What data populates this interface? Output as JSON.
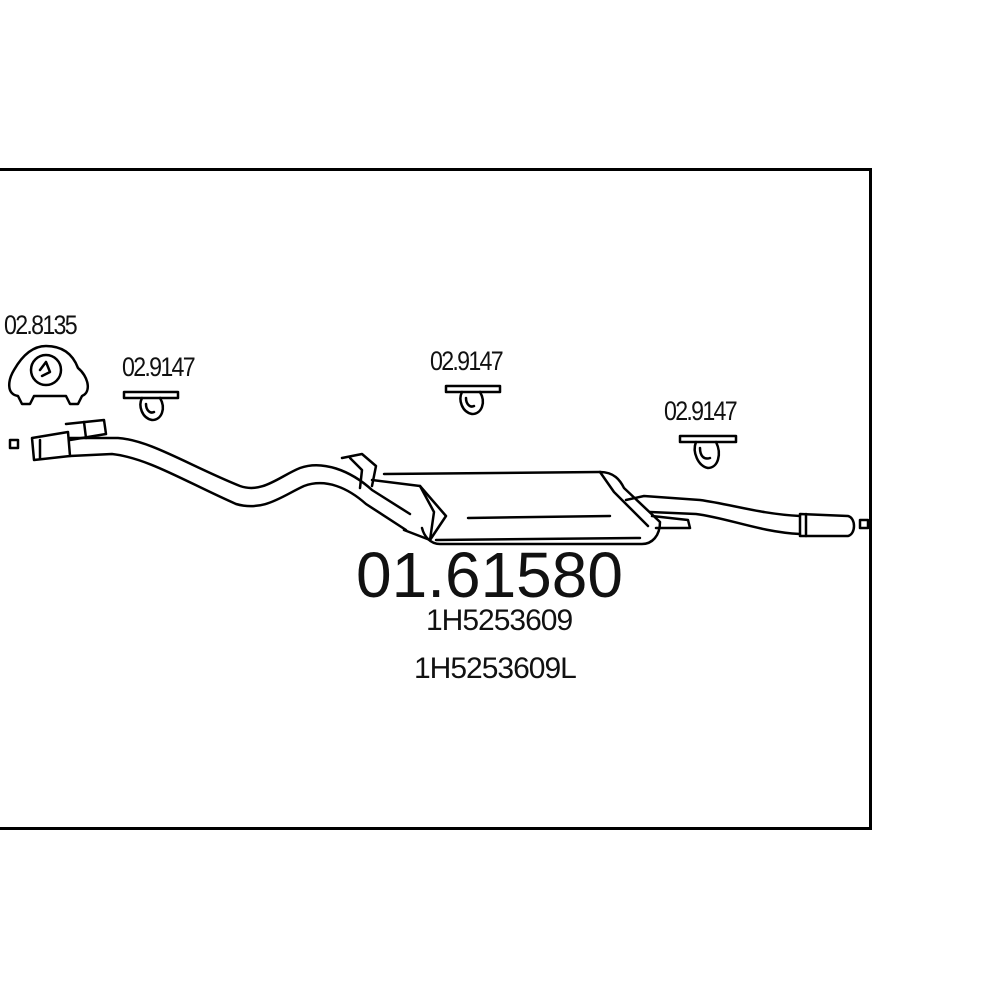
{
  "main_part_number": "01.61580",
  "oem_numbers": [
    "1H5253609",
    "1H5253609L"
  ],
  "component_labels": [
    {
      "id": "mounting-ring",
      "code": "02.8135"
    },
    {
      "id": "hanger-1",
      "code": "02.9147"
    },
    {
      "id": "hanger-2",
      "code": "02.9147"
    },
    {
      "id": "hanger-3",
      "code": "02.9147"
    }
  ]
}
